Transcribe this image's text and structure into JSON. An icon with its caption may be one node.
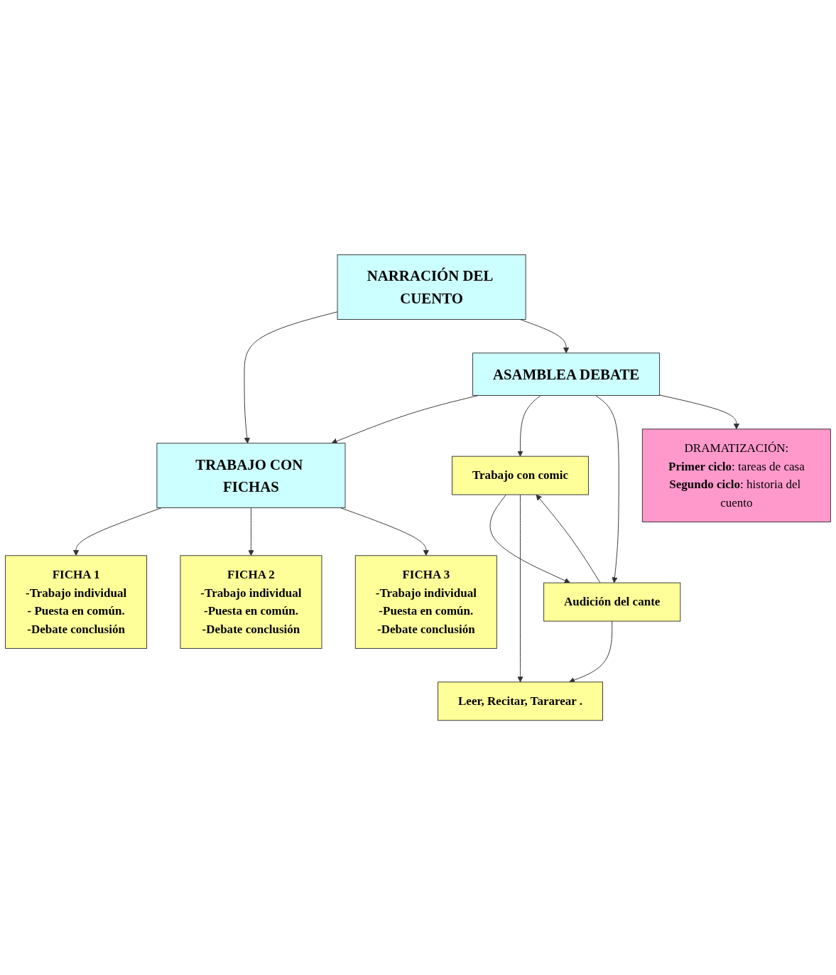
{
  "diagram": {
    "nodes": [
      {
        "text": [
          "NARRACIÓN DEL CUENTO"
        ]
      },
      {
        "text": [
          "TRABAJO CON FICHAS"
        ]
      },
      {
        "text": [
          "FICHA 1",
          "-Trabajo individual",
          "- Puesta en común.",
          "-Debate conclusión"
        ]
      },
      {
        "text": [
          "FICHA 2",
          "-Trabajo individual",
          "-Puesta en común.",
          "-Debate conclusión"
        ]
      },
      {
        "text": [
          "FICHA 3",
          "-Trabajo individual",
          "-Puesta en común.",
          "-Debate conclusión"
        ]
      },
      {
        "text": [
          "ASAMBLEA DEBATE"
        ]
      },
      {
        "text": [
          "Trabajo con comic"
        ]
      },
      {
        "text": [
          "Audición del cante"
        ]
      },
      {
        "text": [
          "DRAMATIZACIÓN:",
          "**Primer ciclo**: tareas de casa",
          "**Segundo ciclo**: historia del cuento"
        ]
      },
      {
        "text": [
          "Leer, Recitar, Tararear ."
        ]
      }
    ],
    "edges": [
      {
        "from": 0,
        "to": 1,
        "arrow": "to"
      },
      {
        "from": 0,
        "to": 5,
        "arrow": "to"
      },
      {
        "from": 5,
        "to": 1,
        "arrow": "to"
      },
      {
        "from": 1,
        "to": 2,
        "arrow": "to"
      },
      {
        "from": 1,
        "to": 3,
        "arrow": "to"
      },
      {
        "from": 1,
        "to": 4,
        "arrow": "to"
      },
      {
        "from": 5,
        "to": 6,
        "arrow": "to"
      },
      {
        "from": 5,
        "to": 7,
        "arrow": "to"
      },
      {
        "from": 5,
        "to": 8,
        "arrow": "to"
      },
      {
        "from": 6,
        "to": 7,
        "arrow": "to"
      },
      {
        "from": 7,
        "to": 6,
        "arrow": "to"
      },
      {
        "from": 6,
        "to": 9,
        "arrow": "to"
      },
      {
        "from": 7,
        "to": 9,
        "arrow": "to"
      }
    ]
  }
}
